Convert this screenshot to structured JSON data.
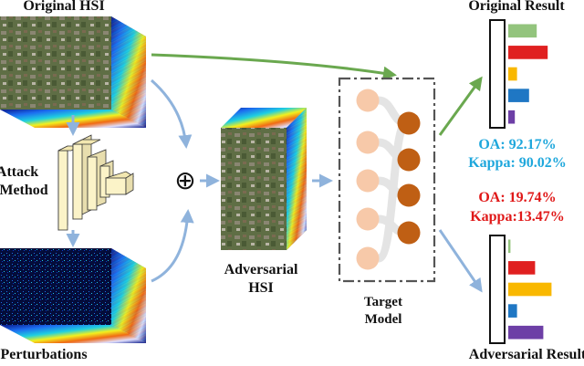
{
  "labels": {
    "original_hsi": "Original HSI",
    "attack_line1": "Attack",
    "attack_line2": "Method",
    "perturbations": "Perturbations",
    "adversarial_line1": "Adversarial",
    "adversarial_line2": "HSI",
    "target_line1": "Target",
    "target_line2": "Model",
    "original_result": "Original Result",
    "adversarial_result": "Adversarial Result",
    "operator": "⊕"
  },
  "original_metrics": {
    "oa": "OA: 92.17%",
    "kappa": "Kappa: 90.02%"
  },
  "adversarial_metrics": {
    "oa": "OA: 19.74%",
    "kappa": "Kappa:13.47%"
  },
  "colors": {
    "flow_arrow": "#8fb3dc",
    "original_arrow": "#6aa84f",
    "adversarial_arrow": "#8fb3dc",
    "input_neuron": "#f7c9a9",
    "output_neuron": "#bf5f14",
    "cnn_block": "#fbf3c8",
    "metric_blue": "#1ea7dc",
    "metric_red": "#e01818"
  },
  "chart_data": [
    {
      "type": "bar",
      "title": "Original Result",
      "values": [
        0.52,
        0.72,
        0.16,
        0.38,
        0.12
      ],
      "colors": [
        "#93c47d",
        "#e02020",
        "#f9b800",
        "#1f77c4",
        "#6d3fa6"
      ]
    },
    {
      "type": "bar",
      "title": "Adversarial Result",
      "values": [
        0.04,
        0.49,
        0.79,
        0.16,
        0.64
      ],
      "colors": [
        "#93c47d",
        "#e02020",
        "#f9b800",
        "#1f77c4",
        "#6d3fa6"
      ]
    }
  ]
}
